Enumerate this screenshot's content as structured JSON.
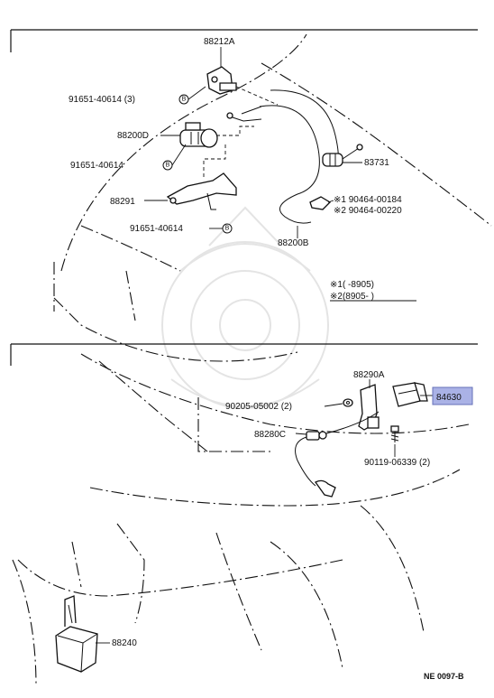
{
  "upper_section": {
    "labels": {
      "part_88212A": "88212A",
      "bolt_top": "91651-40614 (3)",
      "part_88200D": "88200D",
      "bolt_mid": "91651-40614",
      "part_88291": "88291",
      "bolt_low": "91651-40614",
      "part_83731": "83731",
      "clip_1": "※1 90464-00184",
      "clip_2": "※2 90464-00220",
      "part_88200B": "88200B"
    },
    "notes": {
      "note_1": "※1(      -8905)",
      "note_2": "※2(8905-      )"
    },
    "badge": "B"
  },
  "lower_section": {
    "labels": {
      "part_88290A": "88290A",
      "part_84630": "84630",
      "washer": "90205-05002 (2)",
      "part_88280C": "88280C",
      "screw": "90119-06339 (2)",
      "part_88240": "88240"
    }
  },
  "footer": {
    "diagram_code": "NE 0097-B"
  },
  "colors": {
    "highlight": "#aab2e6"
  }
}
